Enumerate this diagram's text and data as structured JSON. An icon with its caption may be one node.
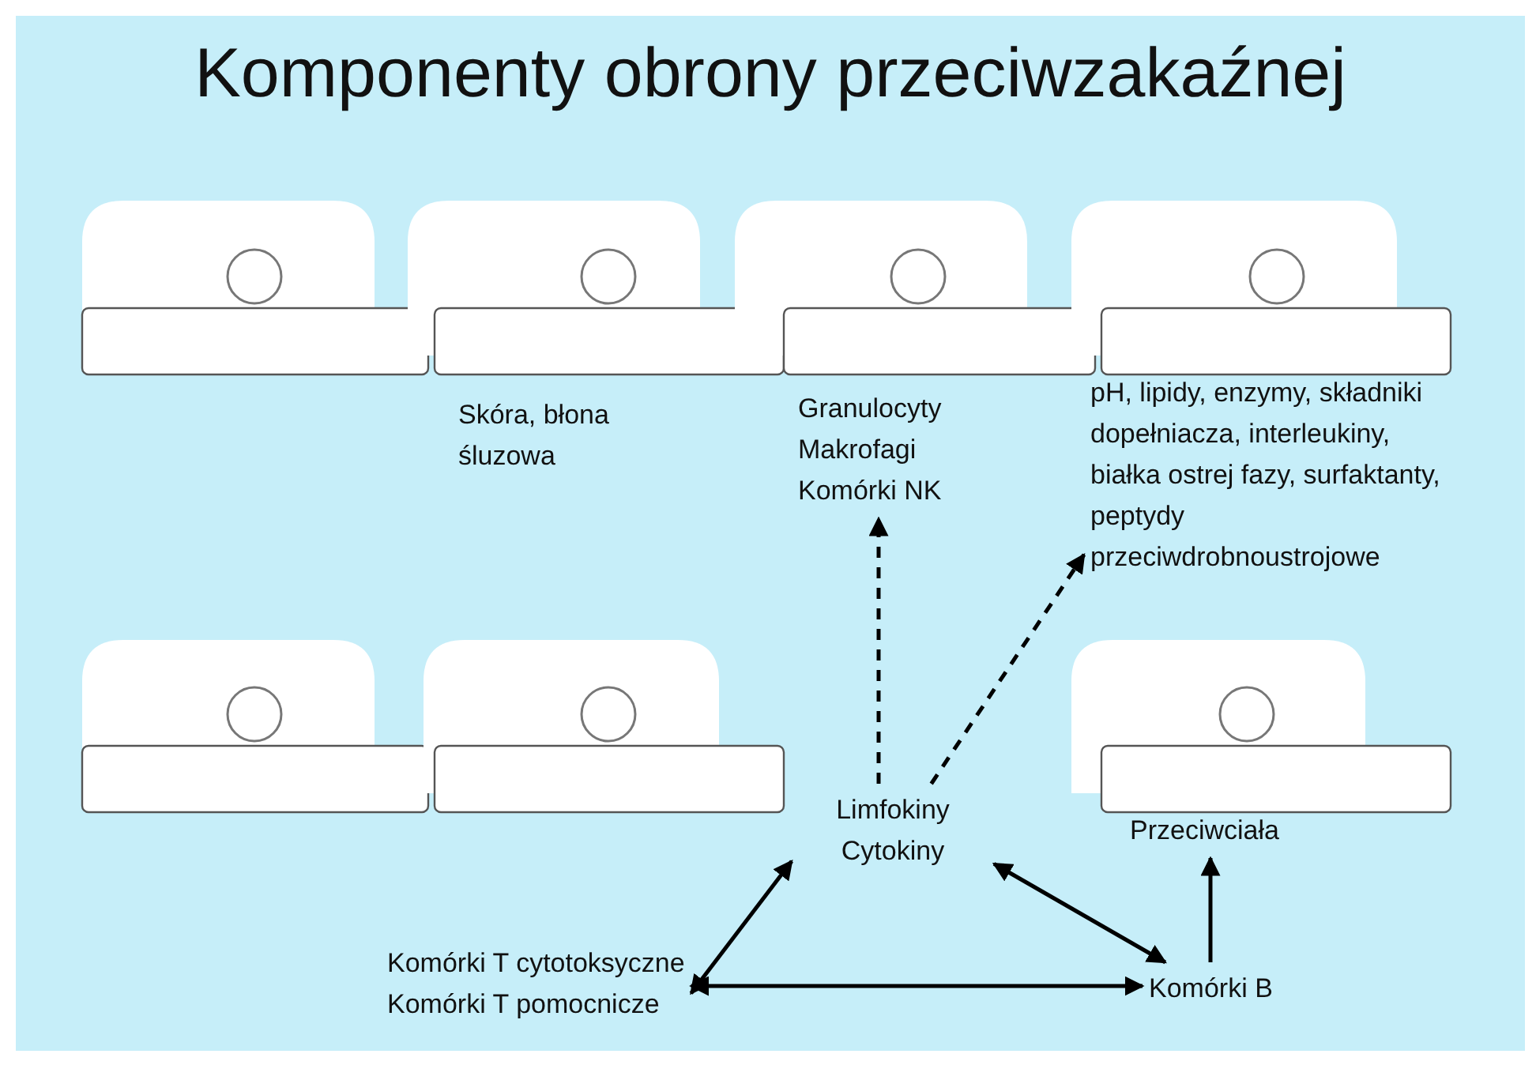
{
  "diagram": {
    "title": "Komponenty obrony przeciwzakaźnej",
    "nodes": [
      {
        "text": [
          "Granulocyty",
          "Makrofagi",
          "Komórki NK"
        ]
      },
      {
        "text": [
          "pH, lipidy, enzymy, składniki dopełniacza, interleukiny, białka ostrej fazy, surfaktanty, peptydy przeciwdrobnoustrojowe"
        ]
      },
      {
        "text": [
          "Limfokiny",
          "Cytokiny"
        ]
      },
      {
        "text": [
          "Przeciwciała"
        ]
      },
      {
        "text": [
          "Komórki T cytotoksyczne",
          "Komórki T pomocnicze"
        ]
      },
      {
        "text": [
          "Komórki B"
        ]
      }
    ],
    "edges": [
      {
        "from": 2,
        "to": 0,
        "arrow": "to",
        "style": "dashed"
      },
      {
        "from": 2,
        "to": 1,
        "arrow": "to",
        "style": "dashed"
      },
      {
        "from": 4,
        "to": 2,
        "arrow": "both"
      },
      {
        "from": 2,
        "to": 5,
        "arrow": "both"
      },
      {
        "from": 4,
        "to": 5,
        "arrow": "both"
      },
      {
        "from": 5,
        "to": 3,
        "arrow": "to"
      }
    ],
    "labels": [
      "Skóra, błona śluzowa"
    ]
  }
}
